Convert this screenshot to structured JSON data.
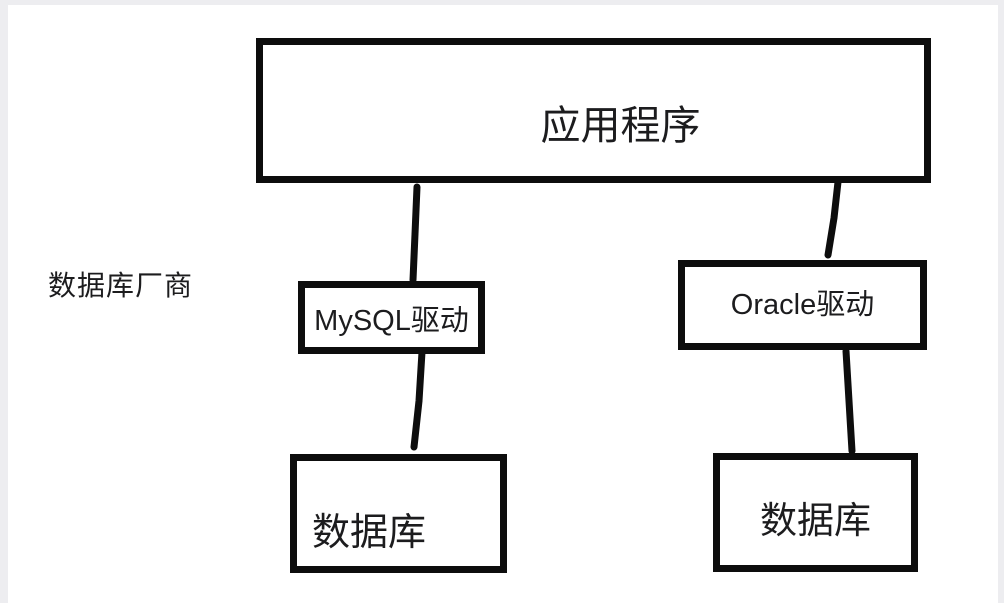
{
  "colors": {
    "frame": "#ededf0",
    "canvas": "#ffffff",
    "stroke": "#0d0d0d",
    "text": "#1c1c1e"
  },
  "diagram": {
    "side_label": "数据库厂商",
    "nodes": {
      "application": {
        "label": "应用程序"
      },
      "mysql_driver": {
        "label": "MySQL驱动"
      },
      "oracle_driver": {
        "label": "Oracle驱动"
      },
      "database_left": {
        "label": "数据库"
      },
      "database_right": {
        "label": "数据库"
      }
    },
    "edges": [
      {
        "from": "application",
        "to": "mysql_driver"
      },
      {
        "from": "application",
        "to": "oracle_driver"
      },
      {
        "from": "mysql_driver",
        "to": "database_left"
      },
      {
        "from": "oracle_driver",
        "to": "database_right"
      }
    ]
  }
}
